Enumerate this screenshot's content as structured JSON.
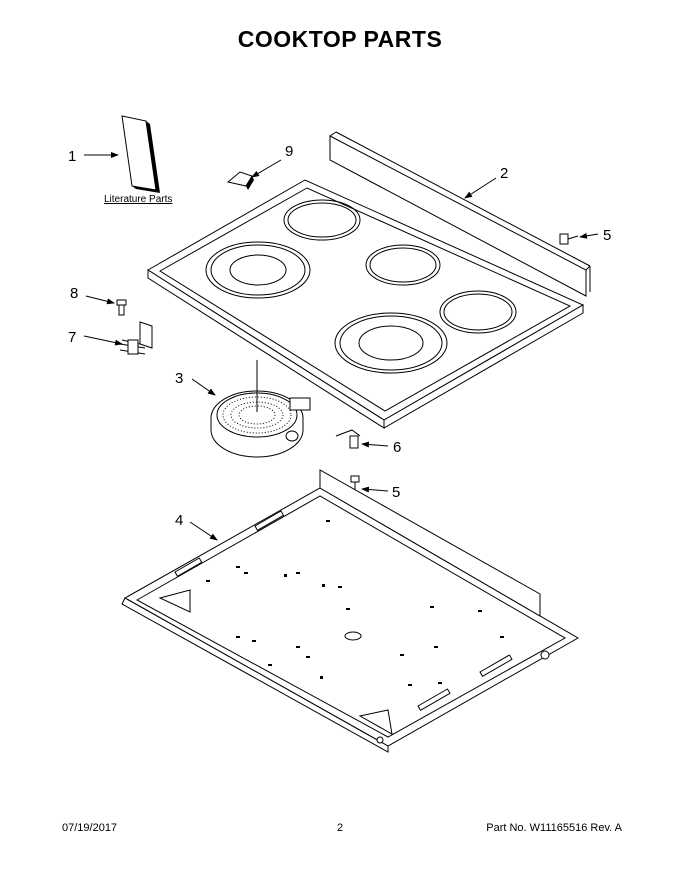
{
  "title": "COOKTOP PARTS",
  "callouts": [
    {
      "id": "1",
      "label": "1"
    },
    {
      "id": "2",
      "label": "2"
    },
    {
      "id": "3",
      "label": "3"
    },
    {
      "id": "4",
      "label": "4"
    },
    {
      "id": "5a",
      "label": "5"
    },
    {
      "id": "5b",
      "label": "5"
    },
    {
      "id": "6",
      "label": "6"
    },
    {
      "id": "7",
      "label": "7"
    },
    {
      "id": "8",
      "label": "8"
    },
    {
      "id": "9",
      "label": "9"
    }
  ],
  "literature_label": "Literature Parts",
  "footer": {
    "date": "07/19/2017",
    "page": "2",
    "part_no": "Part No.  W11165516  Rev.  A"
  }
}
